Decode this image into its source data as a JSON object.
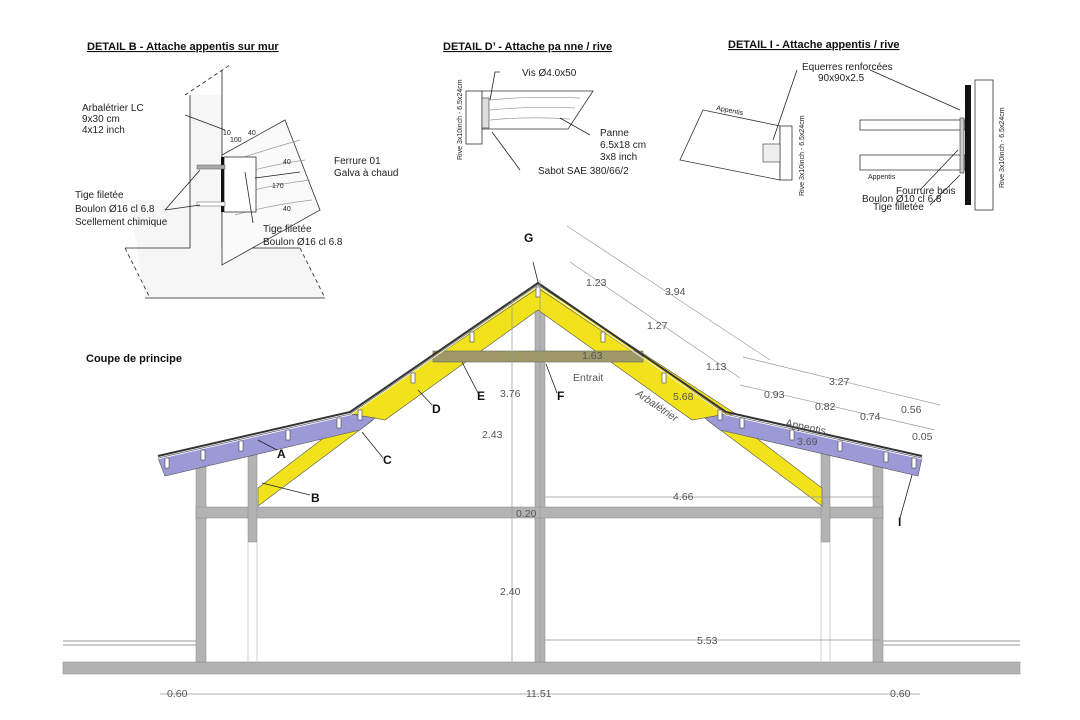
{
  "detail_b": {
    "title": "DETAIL B - Attache appentis sur mur",
    "arbaletrier": [
      "Arbalétrier LC",
      "9x30 cm",
      "4x12 inch"
    ],
    "ferrure": [
      "Ferrure 01",
      "Galva à chaud"
    ],
    "tige_left": [
      "Tige filetée",
      "Boulon Ø16 cl 6.8",
      "Scellement chimique"
    ],
    "tige_right": [
      "Tige filetée",
      "Boulon Ø16 cl 6.8"
    ],
    "dims": [
      "10",
      "100",
      "40",
      "40",
      "170",
      "40"
    ]
  },
  "detail_d": {
    "title": "DETAIL D’ - Attache pa nne / rive",
    "vis": "Vis Ø4.0x50",
    "panne": [
      "Panne",
      "6.5x18 cm",
      "3x8 inch"
    ],
    "sabot": "Sabot SAE 380/66/2",
    "rive": "Rive 3x10inch - 6.5x24cm"
  },
  "detail_i": {
    "title": "DETAIL I - Attache appentis / rive",
    "equerres": [
      "Equerres renforcées",
      "90x90x2.5"
    ],
    "appentis_1": "Appentis",
    "appentis_2": "Appentis",
    "rive_1": "Rive 3x10inch - 6.5x24cm",
    "rive_2": "Rive 3x10inch - 6.5x24cm",
    "fourrure": "Fourrure bois",
    "boulon": "Boulon Ø10 cl 6.8",
    "tige": "Tige filletée"
  },
  "section": {
    "title": "Coupe de principe",
    "labels": {
      "A": "A",
      "B": "B",
      "C": "C",
      "D": "D",
      "E": "E",
      "F": "F",
      "G": "G",
      "I": "I"
    },
    "entrait": "Entrait",
    "arbaletrier": "Arbalétrier",
    "appentis": "Appentis",
    "dims": {
      "d394": "3.94",
      "d123": "1.23",
      "d127": "1.27",
      "d113": "1.13",
      "d327": "3.27",
      "d093": "0.93",
      "d082": "0.82",
      "d074": "0.74",
      "d056": "0.56",
      "d005": "0.05",
      "d163": "1.63",
      "d568": "5.68",
      "d369": "3.69",
      "d376": "3.76",
      "d243": "2.43",
      "d466": "4.66",
      "d020": "0.20",
      "d240": "2.40",
      "d553": "5.53",
      "d060l": "0.60",
      "d1151": "11.51",
      "d060r": "0.60"
    }
  }
}
